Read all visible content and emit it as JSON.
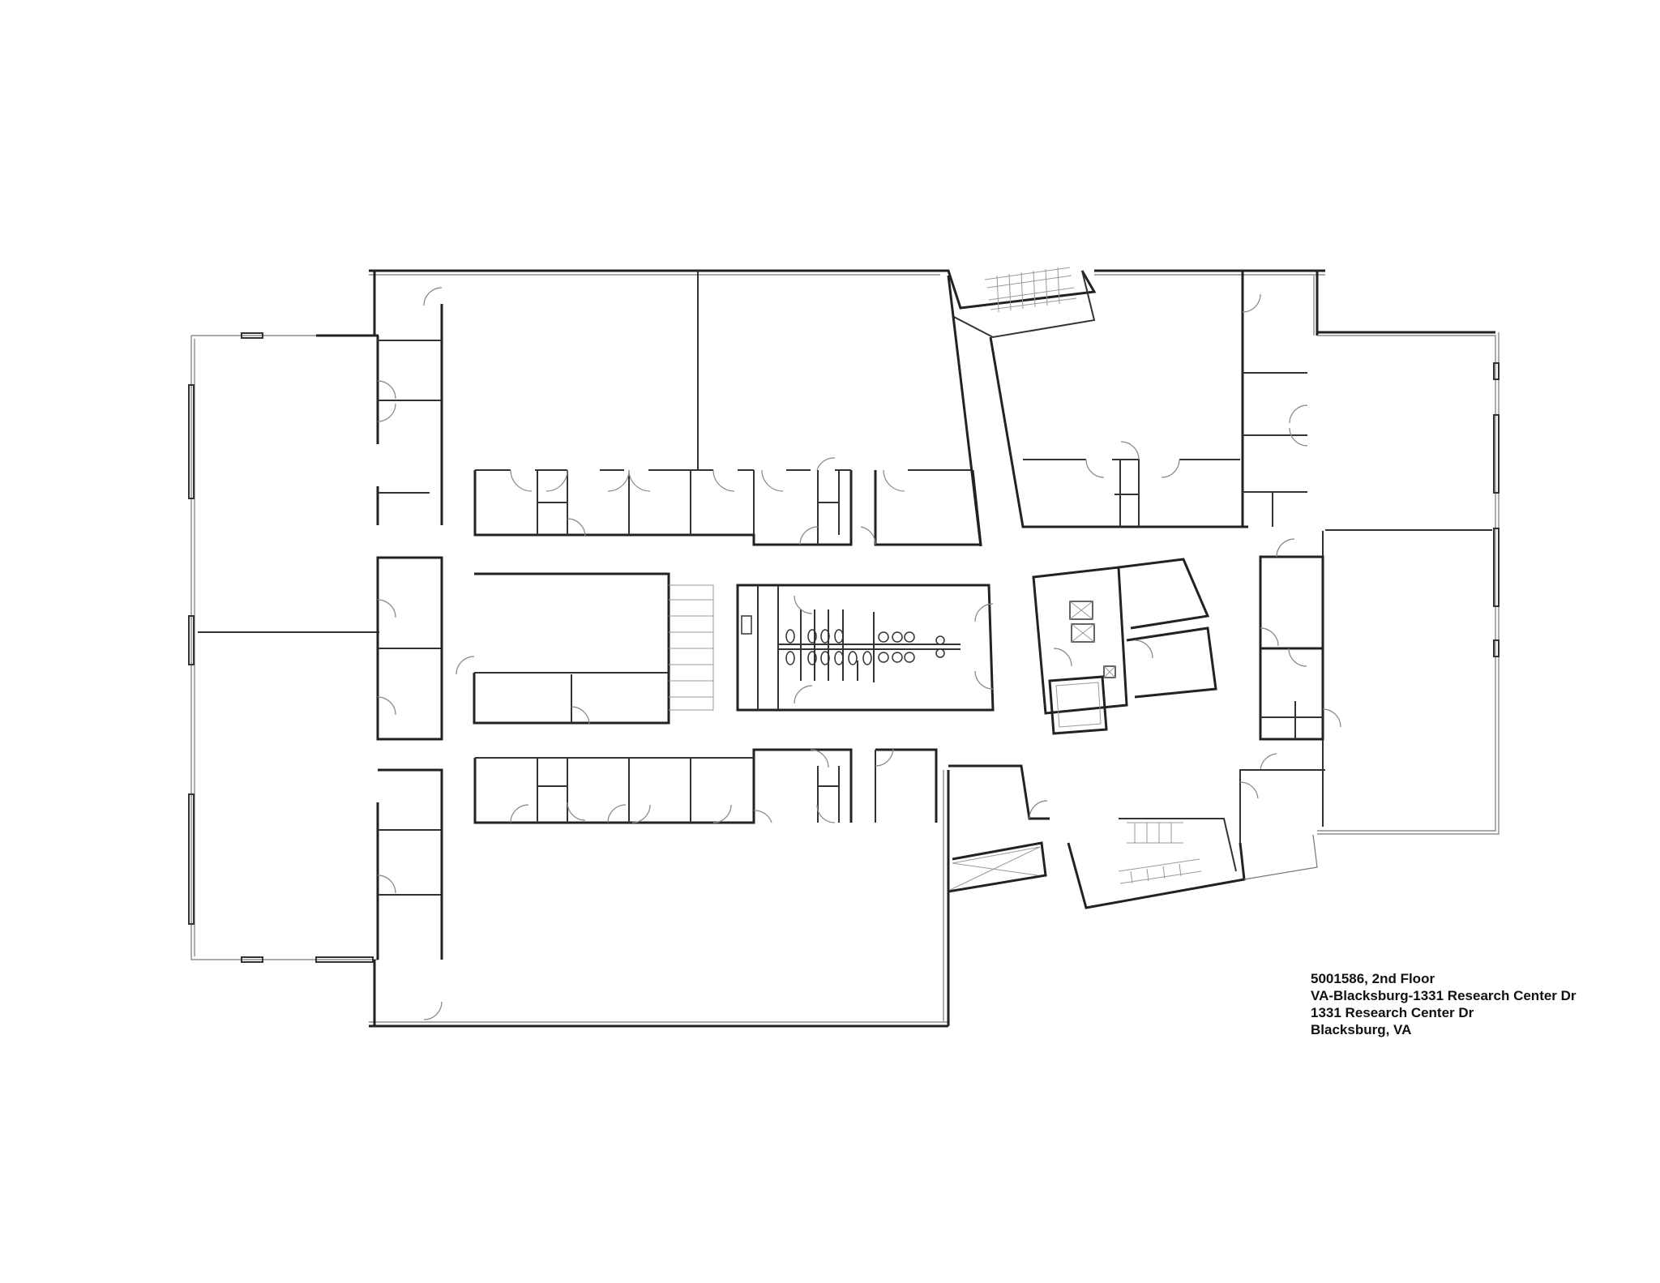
{
  "title_block": {
    "line1": "5001586, 2nd Floor",
    "line2": "VA-Blacksburg-1331 Research Center Dr",
    "line3": "1331 Research Center Dr",
    "line4": "Blacksburg, VA"
  },
  "plan": {
    "floor": "2nd Floor",
    "building_id": "5001586",
    "features": [
      {
        "name": "north-stairwell"
      },
      {
        "name": "south-stairwell"
      },
      {
        "name": "restroom-core"
      },
      {
        "name": "elevator-core"
      },
      {
        "name": "west-open-office"
      },
      {
        "name": "east-open-office"
      },
      {
        "name": "north-office-row"
      },
      {
        "name": "south-office-row"
      }
    ]
  }
}
